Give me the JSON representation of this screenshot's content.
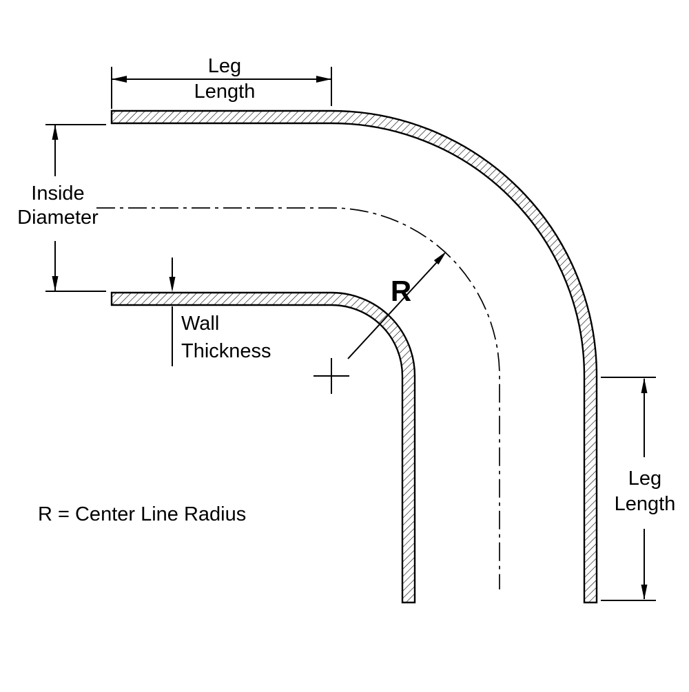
{
  "diagram": {
    "labels": {
      "top_leg_length": {
        "line1": "Leg",
        "line2": "Length"
      },
      "inside_diameter": {
        "line1": "Inside",
        "line2": "Diameter"
      },
      "wall_thickness": {
        "line1": "Wall",
        "line2": "Thickness"
      },
      "radius_symbol": "R",
      "right_leg_length": {
        "line1": "Leg",
        "line2": "Length"
      },
      "note": "R = Center Line Radius"
    },
    "colors": {
      "line": "#000000",
      "inside_diameter_text": "#ff0000",
      "background": "#ffffff"
    }
  }
}
